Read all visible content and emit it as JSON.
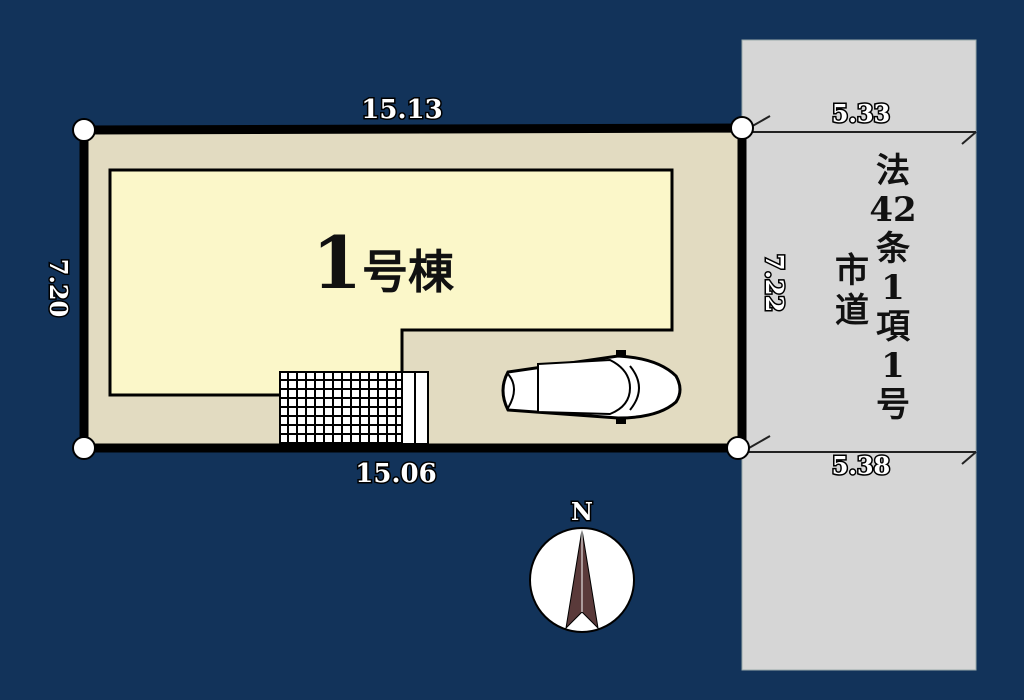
{
  "building": {
    "name_number": "1",
    "name_suffix": "号棟"
  },
  "dimensions": {
    "top": "15.13",
    "bottom": "15.06",
    "left": "7.20",
    "right": "7.22",
    "road_top": "5.33",
    "road_bottom": "5.38"
  },
  "road": {
    "col1": [
      "法",
      "42",
      "条",
      "1",
      "項",
      "1",
      "号"
    ],
    "col2": [
      "市",
      "道"
    ]
  },
  "compass": {
    "north": "N"
  },
  "colors": {
    "background": "#12335a",
    "lot": "#e2dbc1",
    "building": "#fbf7c9",
    "road": "#d6d6d6",
    "boundary": "#000000"
  }
}
